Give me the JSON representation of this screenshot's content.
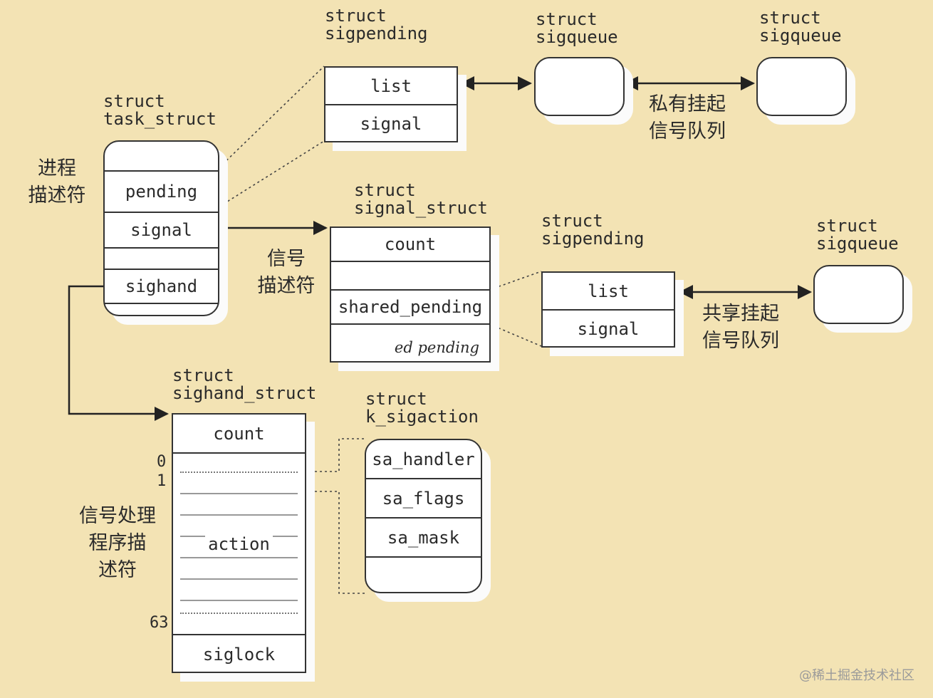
{
  "labels": {
    "task_struct": "struct\ntask_struct",
    "sigpending_private": "struct\nsigpending",
    "sigqueue_1": "struct\nsigqueue",
    "sigqueue_2": "struct\nsigqueue",
    "signal_struct": "struct\nsignal_struct",
    "sigpending_shared": "struct\nsigpending",
    "sigqueue_3": "struct\nsigqueue",
    "sighand_struct": "struct\nsighand_struct",
    "k_sigaction": "struct\nk_sigaction"
  },
  "annotations": {
    "process_descriptor": "进程\n描述符",
    "signal_descriptor": "信号\n描述符",
    "handler_descriptor": "信号处理\n程序描\n述符",
    "private_queue": "私有挂起\n信号队列",
    "shared_queue": "共享挂起\n信号队列"
  },
  "fields": {
    "task_pending": "pending",
    "task_signal": "signal",
    "task_sighand": "sighand",
    "sp1_list": "list",
    "sp1_signal": "signal",
    "ss_count": "count",
    "ss_shared_pending": "shared_pending",
    "ss_partial": "ed pending",
    "sp2_list": "list",
    "sp2_signal": "signal",
    "sh_count": "count",
    "sh_action": "action",
    "sh_siglock": "siglock",
    "ka_handler": "sa_handler",
    "ka_flags": "sa_flags",
    "ka_mask": "sa_mask"
  },
  "indices": {
    "i0": "0",
    "i1": "1",
    "i63": "63"
  },
  "watermark": "@稀土掘金技术社区",
  "colors": {
    "background": "#f3e3b4",
    "box_fill": "#ffffff",
    "stroke": "#333333"
  }
}
